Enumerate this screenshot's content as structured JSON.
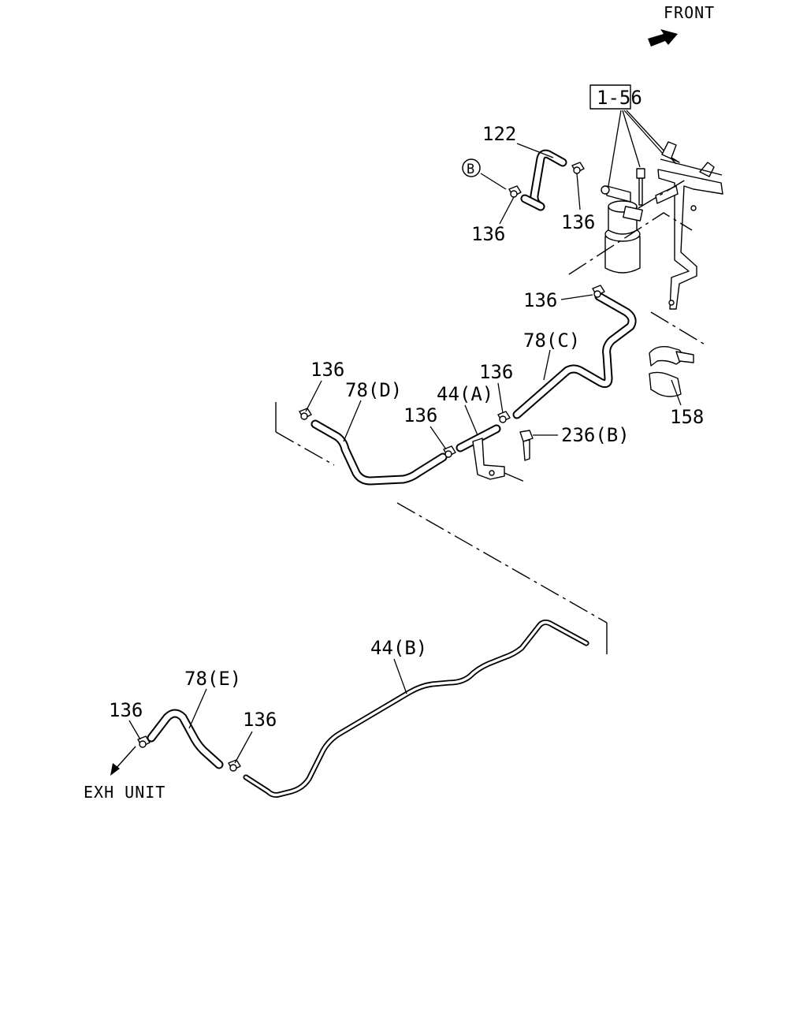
{
  "directions": {
    "front": "FRONT",
    "exhaust_unit": "EXH UNIT"
  },
  "reference_box": "1-56",
  "circle_marker": "B",
  "callouts": {
    "hose_122": "122",
    "clip_b_136": "136",
    "clip_top_136": "136",
    "clip_mid_136": "136",
    "hose_78c": "78(C)",
    "clip_78d_136": "136",
    "hose_78d": "78(D)",
    "pipe_44a": "44(A)",
    "clip_44a_right_136": "136",
    "clip_44a_left_136": "136",
    "bolt_236b": "236(B)",
    "clamp_158": "158",
    "pipe_44b": "44(B)",
    "hose_78e": "78(E)",
    "clip_78e_left_136": "136",
    "clip_78e_right_136": "136"
  }
}
